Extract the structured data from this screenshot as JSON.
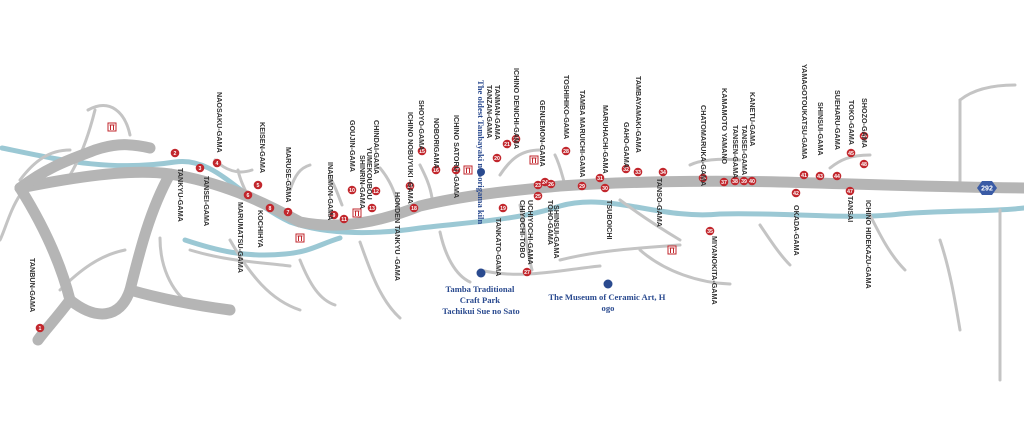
{
  "map": {
    "route_number": "292",
    "colors": {
      "marker": "#c2272d",
      "museum": "#2a4a8f",
      "road": "#b5b5b5",
      "river": "#9bc8d4"
    },
    "kilns": [
      {
        "name": "TANBUN-GAMA",
        "num": "1"
      },
      {
        "name": "TANKYU-GAMA",
        "num": "2"
      },
      {
        "name": "TANSEI-GAMA",
        "num": "3"
      },
      {
        "name": "NAOSAKU-GAMA",
        "num": "4"
      },
      {
        "name": "KEISEN-GAMA",
        "num": "5"
      },
      {
        "name": "MARUMATSU-GAMA",
        "num": "6"
      },
      {
        "name": "MARUSE-GAMA",
        "num": "7"
      },
      {
        "name": "KOCHIHYA",
        "num": "8"
      },
      {
        "name": "INAEMON-GAMA",
        "num": "9"
      },
      {
        "name": "GOUJIN-GAMA",
        "num": "10"
      },
      {
        "name": "SHINRIN-GAMA",
        "num": "11"
      },
      {
        "name": "CHINDAI-GAMA",
        "num": "12"
      },
      {
        "name": "YUMEKOUBOU",
        "num": "13"
      },
      {
        "name": "ICHINO NOBUYUKI -GAMA",
        "num": "14"
      },
      {
        "name": "SHOYO-GAMA",
        "num": "15"
      },
      {
        "name": "NOBORIGAMA",
        "num": "16"
      },
      {
        "name": "ICHINO SATORU -GAMA",
        "num": "17"
      },
      {
        "name": "HONDEN TANKYU -GAMA",
        "num": "18"
      },
      {
        "name": "TANKATO-GAMA",
        "num": "19"
      },
      {
        "name": "TANMAN-GAMA",
        "num": "20"
      },
      {
        "name": "TANZAN-GAMA",
        "num": "21"
      },
      {
        "name": "ICHINO DENICHI-GAMA",
        "num": "22"
      },
      {
        "name": "GENUEMON-GAMA",
        "num": "23"
      },
      {
        "name": "TOHO-GAMA",
        "num": "24"
      },
      {
        "name": "UCHIYOCHI-GAMA",
        "num": "25"
      },
      {
        "name": "SHINSUI-GAMA",
        "num": "26"
      },
      {
        "name": "CHIYOCHI-TOBO",
        "num": "27"
      },
      {
        "name": "TOSHIHIKO-GAMA",
        "num": "28"
      },
      {
        "name": "TAMBA MARUICHI-GAMA",
        "num": "29"
      },
      {
        "name": "MARUHACHI-GAMA",
        "num": "30"
      },
      {
        "name": "TSUBOICHI",
        "num": "31"
      },
      {
        "name": "GAHO-GAMA",
        "num": "32"
      },
      {
        "name": "TAMBAYAMAKI-GAMA",
        "num": "33"
      },
      {
        "name": "TANSO-GAMA",
        "num": "34"
      },
      {
        "name": "MIYANOKITA-GAMA",
        "num": "35"
      },
      {
        "name": "CHATOMARUKA-GAMA",
        "num": "36"
      },
      {
        "name": "KAMAMOTO YAMANO",
        "num": "37"
      },
      {
        "name": "TANSEN-GAMA",
        "num": "38"
      },
      {
        "name": "TANSEI-GAMA",
        "num": "39"
      },
      {
        "name": "KANETU-GAMA",
        "num": "40"
      },
      {
        "name": "YAMAGOTOUKATSU-GAMA",
        "num": "41"
      },
      {
        "name": "OKADA-GAMA",
        "num": "42"
      },
      {
        "name": "SHINSUI-GAMA",
        "num": "43"
      },
      {
        "name": "SUEHARU-GAMA",
        "num": "44"
      },
      {
        "name": "TOKO-GAMA",
        "num": "45"
      },
      {
        "name": "SHOZO-GAMA",
        "num": "46"
      },
      {
        "name": "TANSAI",
        "num": "47"
      },
      {
        "name": "ICHINO HIDEKAZU-GAMA",
        "num": "48"
      }
    ],
    "places": [
      {
        "name": "The oldest Tambayaki noborigama kiln"
      },
      {
        "name": "Tamba Traditional Craft Park Tachikui Sue no Sato"
      },
      {
        "name": "The Museum of Ceramic Art, Hyogo"
      }
    ]
  }
}
